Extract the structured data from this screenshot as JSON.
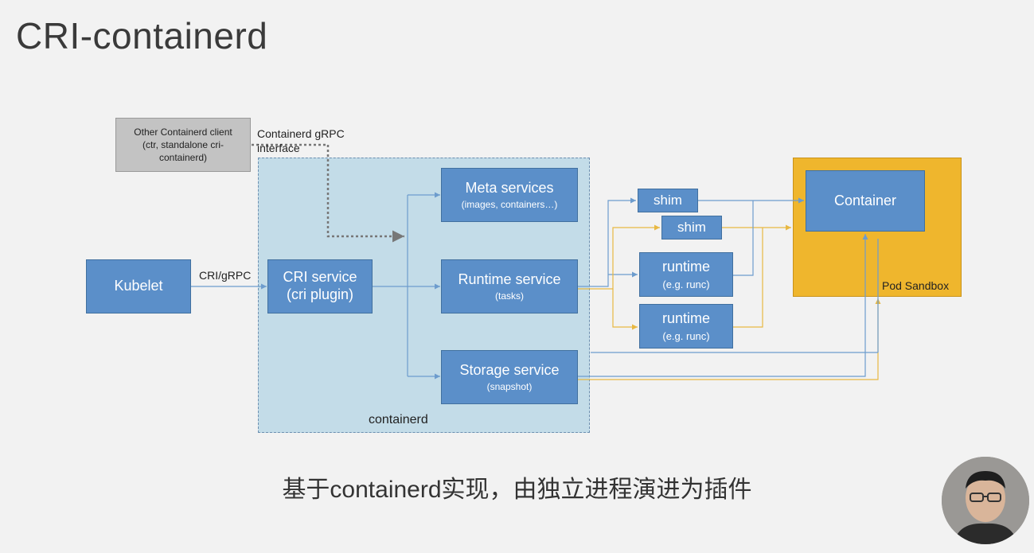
{
  "title": "CRI-containerd",
  "caption": "基于containerd实现，由独立进程演进为插件",
  "diagram": {
    "other_client": {
      "line1": "Other Containerd client",
      "line2": "(ctr, standalone cri-",
      "line3": "containerd)"
    },
    "grpc_label": {
      "line1": "Containerd gRPC",
      "line2": "interface"
    },
    "kubelet": "Kubelet",
    "cri_grpc_label": "CRI/gRPC",
    "cri_service": {
      "line1": "CRI service",
      "line2": "(cri plugin)"
    },
    "meta_services": {
      "title": "Meta services",
      "sub": "(images, containers…)"
    },
    "runtime_service": {
      "title": "Runtime service",
      "sub": "(tasks)"
    },
    "storage_service": {
      "title": "Storage service",
      "sub": "(snapshot)"
    },
    "containerd_label": "containerd",
    "shim1": "shim",
    "shim2": "shim",
    "runtime1": {
      "title": "runtime",
      "sub": "(e.g. runc)"
    },
    "runtime2": {
      "title": "runtime",
      "sub": "(e.g. runc)"
    },
    "container": "Container",
    "pod_sandbox_label": "Pod Sandbox",
    "colors": {
      "box_blue": "#5b8fc9",
      "containerd_bg": "#c3dce8",
      "pod_sandbox": "#efb62d",
      "connector_blue": "#6d9ccd",
      "connector_yellow": "#e8b842",
      "dotted_gray": "#777777"
    }
  }
}
